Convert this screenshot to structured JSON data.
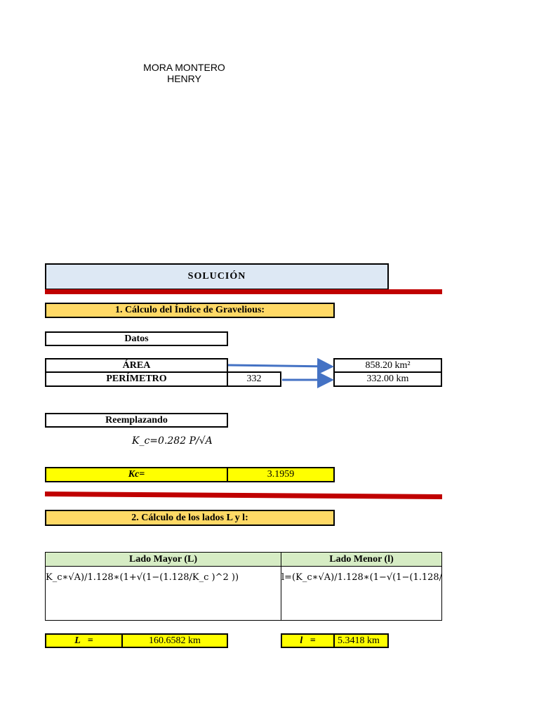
{
  "author": {
    "line1": "MORA MONTERO",
    "line2": "HENRY"
  },
  "solution_title": "SOLUCIÓN",
  "section1_title": "1. Cálculo del Índice de Gravelious:",
  "datos_label": "Datos",
  "data_rows": [
    {
      "label": "ÁREA",
      "input": "",
      "result": "858.20 km²"
    },
    {
      "label": "PERÍMETRO",
      "input": "332",
      "result": "332.00 km"
    }
  ],
  "reemplazando_label": "Reemplazando",
  "kc_formula": "K_c=0.282 P/√A",
  "kc": {
    "label": "Kc=",
    "value": "3.1959"
  },
  "section2_title": "2. Cálculo de los lados L y l:",
  "lados": {
    "major_header": "Lado Mayor (L)",
    "minor_header": "Lado Menor (l)",
    "major_formula": "K_c∗√A)/1.128∗(1+√(1−(1.128/K_c )^2 ))",
    "minor_formula": "l=(K_c∗√A)/1.128∗(1−√(1−(1.128/K_c )"
  },
  "L_result": {
    "label": "L   =",
    "value": "160.6582 km"
  },
  "l_result": {
    "label": "l   =",
    "value": "5.3418 km"
  },
  "colors": {
    "accent_red": "#c00000",
    "yellow": "#ffff00",
    "orange": "#ffd966",
    "blue": "#dde8f4",
    "green": "#d6ecc4",
    "arrow": "#4472c4"
  }
}
